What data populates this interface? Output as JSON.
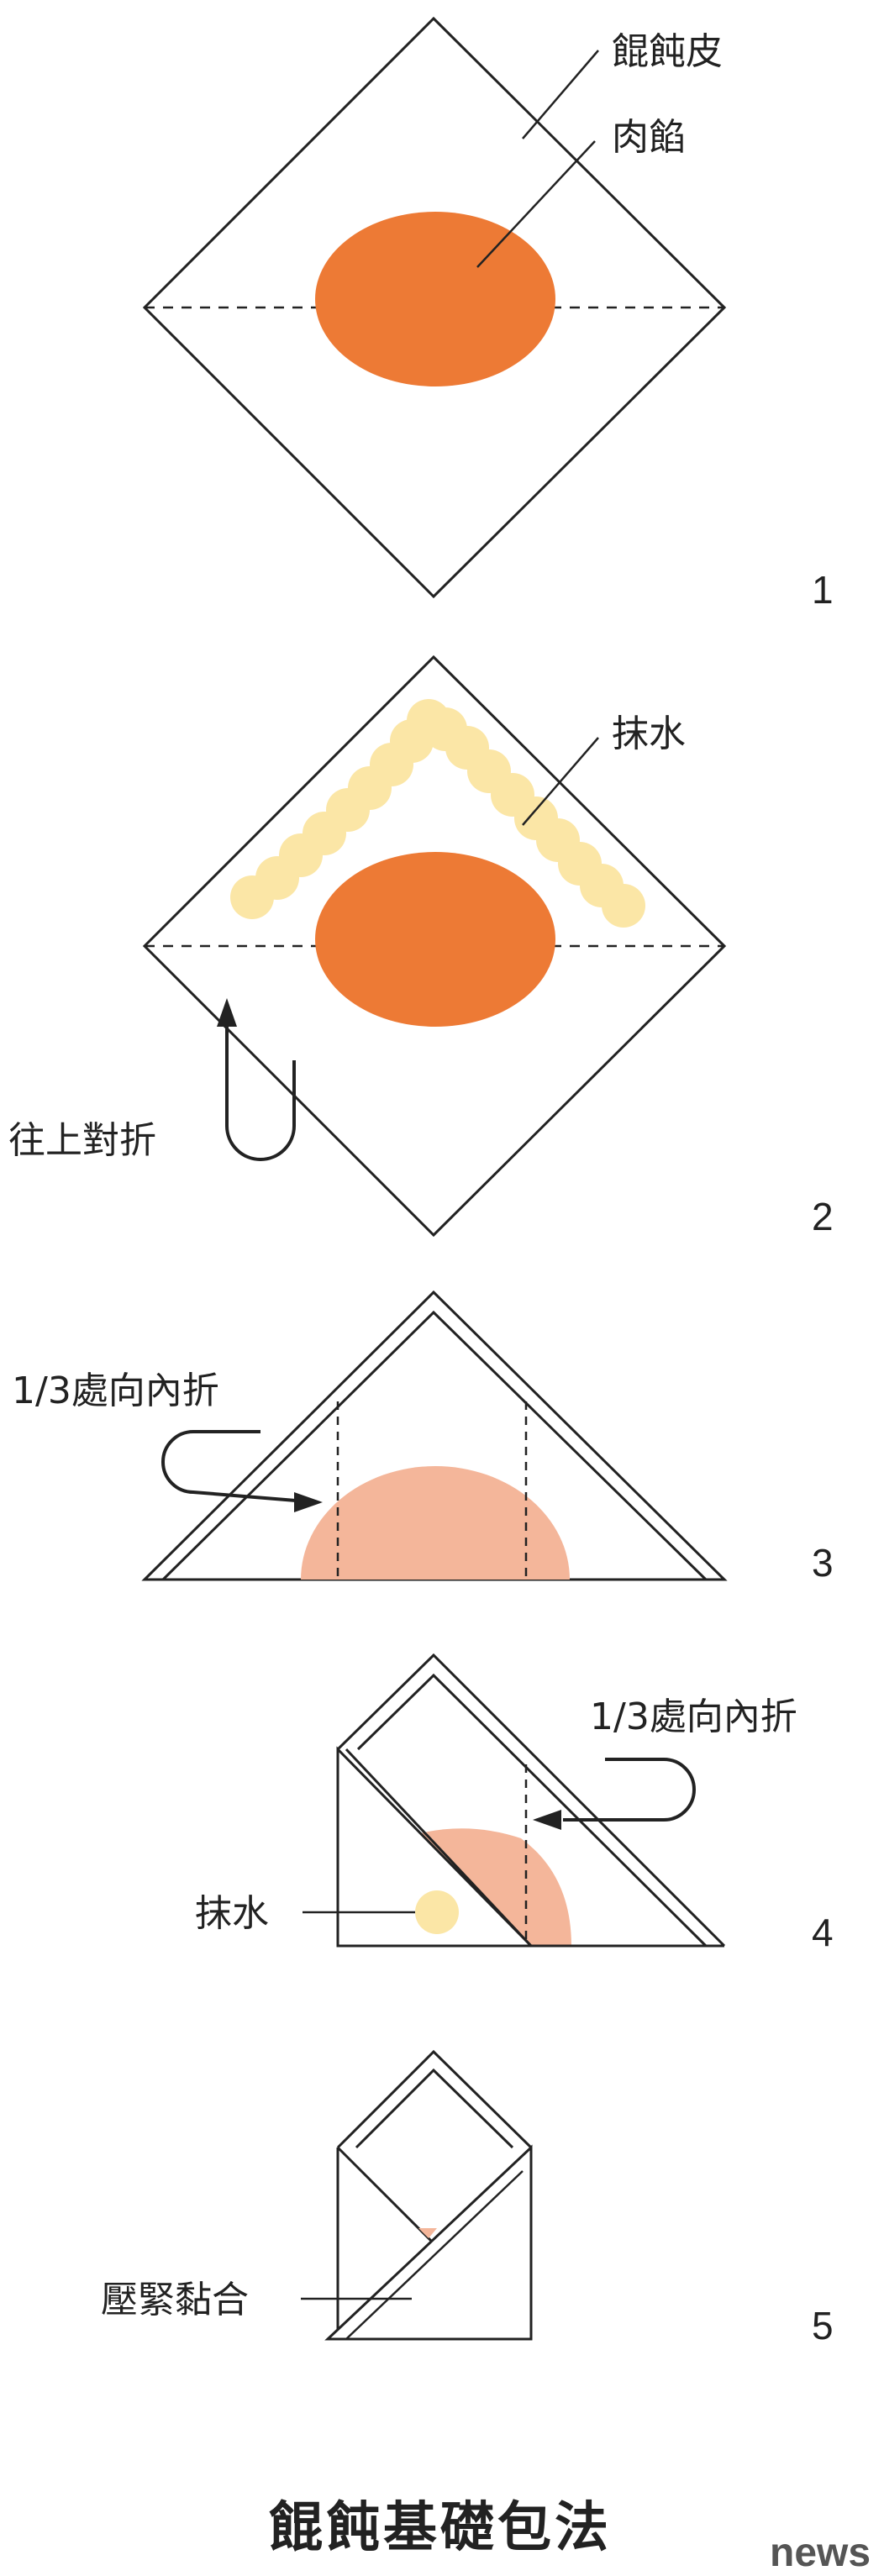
{
  "colors": {
    "filling": "#ED7A35",
    "filling_light": "#F4B69A",
    "water": "#FBE6A6",
    "line": "#222222"
  },
  "step1": {
    "number": "1",
    "wrapper_label": "餛飩皮",
    "filling_label": "肉餡"
  },
  "step2": {
    "number": "2",
    "water_label": "抹水",
    "fold_label": "往上對折"
  },
  "step3": {
    "number": "3",
    "fold_label": "1/3處向內折"
  },
  "step4": {
    "number": "4",
    "fold_label": "1/3處向內折",
    "water_label": "抹水"
  },
  "step5": {
    "number": "5",
    "press_label": "壓緊黏合"
  },
  "footer": {
    "title": "餛飩基礎包法",
    "logo": "news"
  }
}
